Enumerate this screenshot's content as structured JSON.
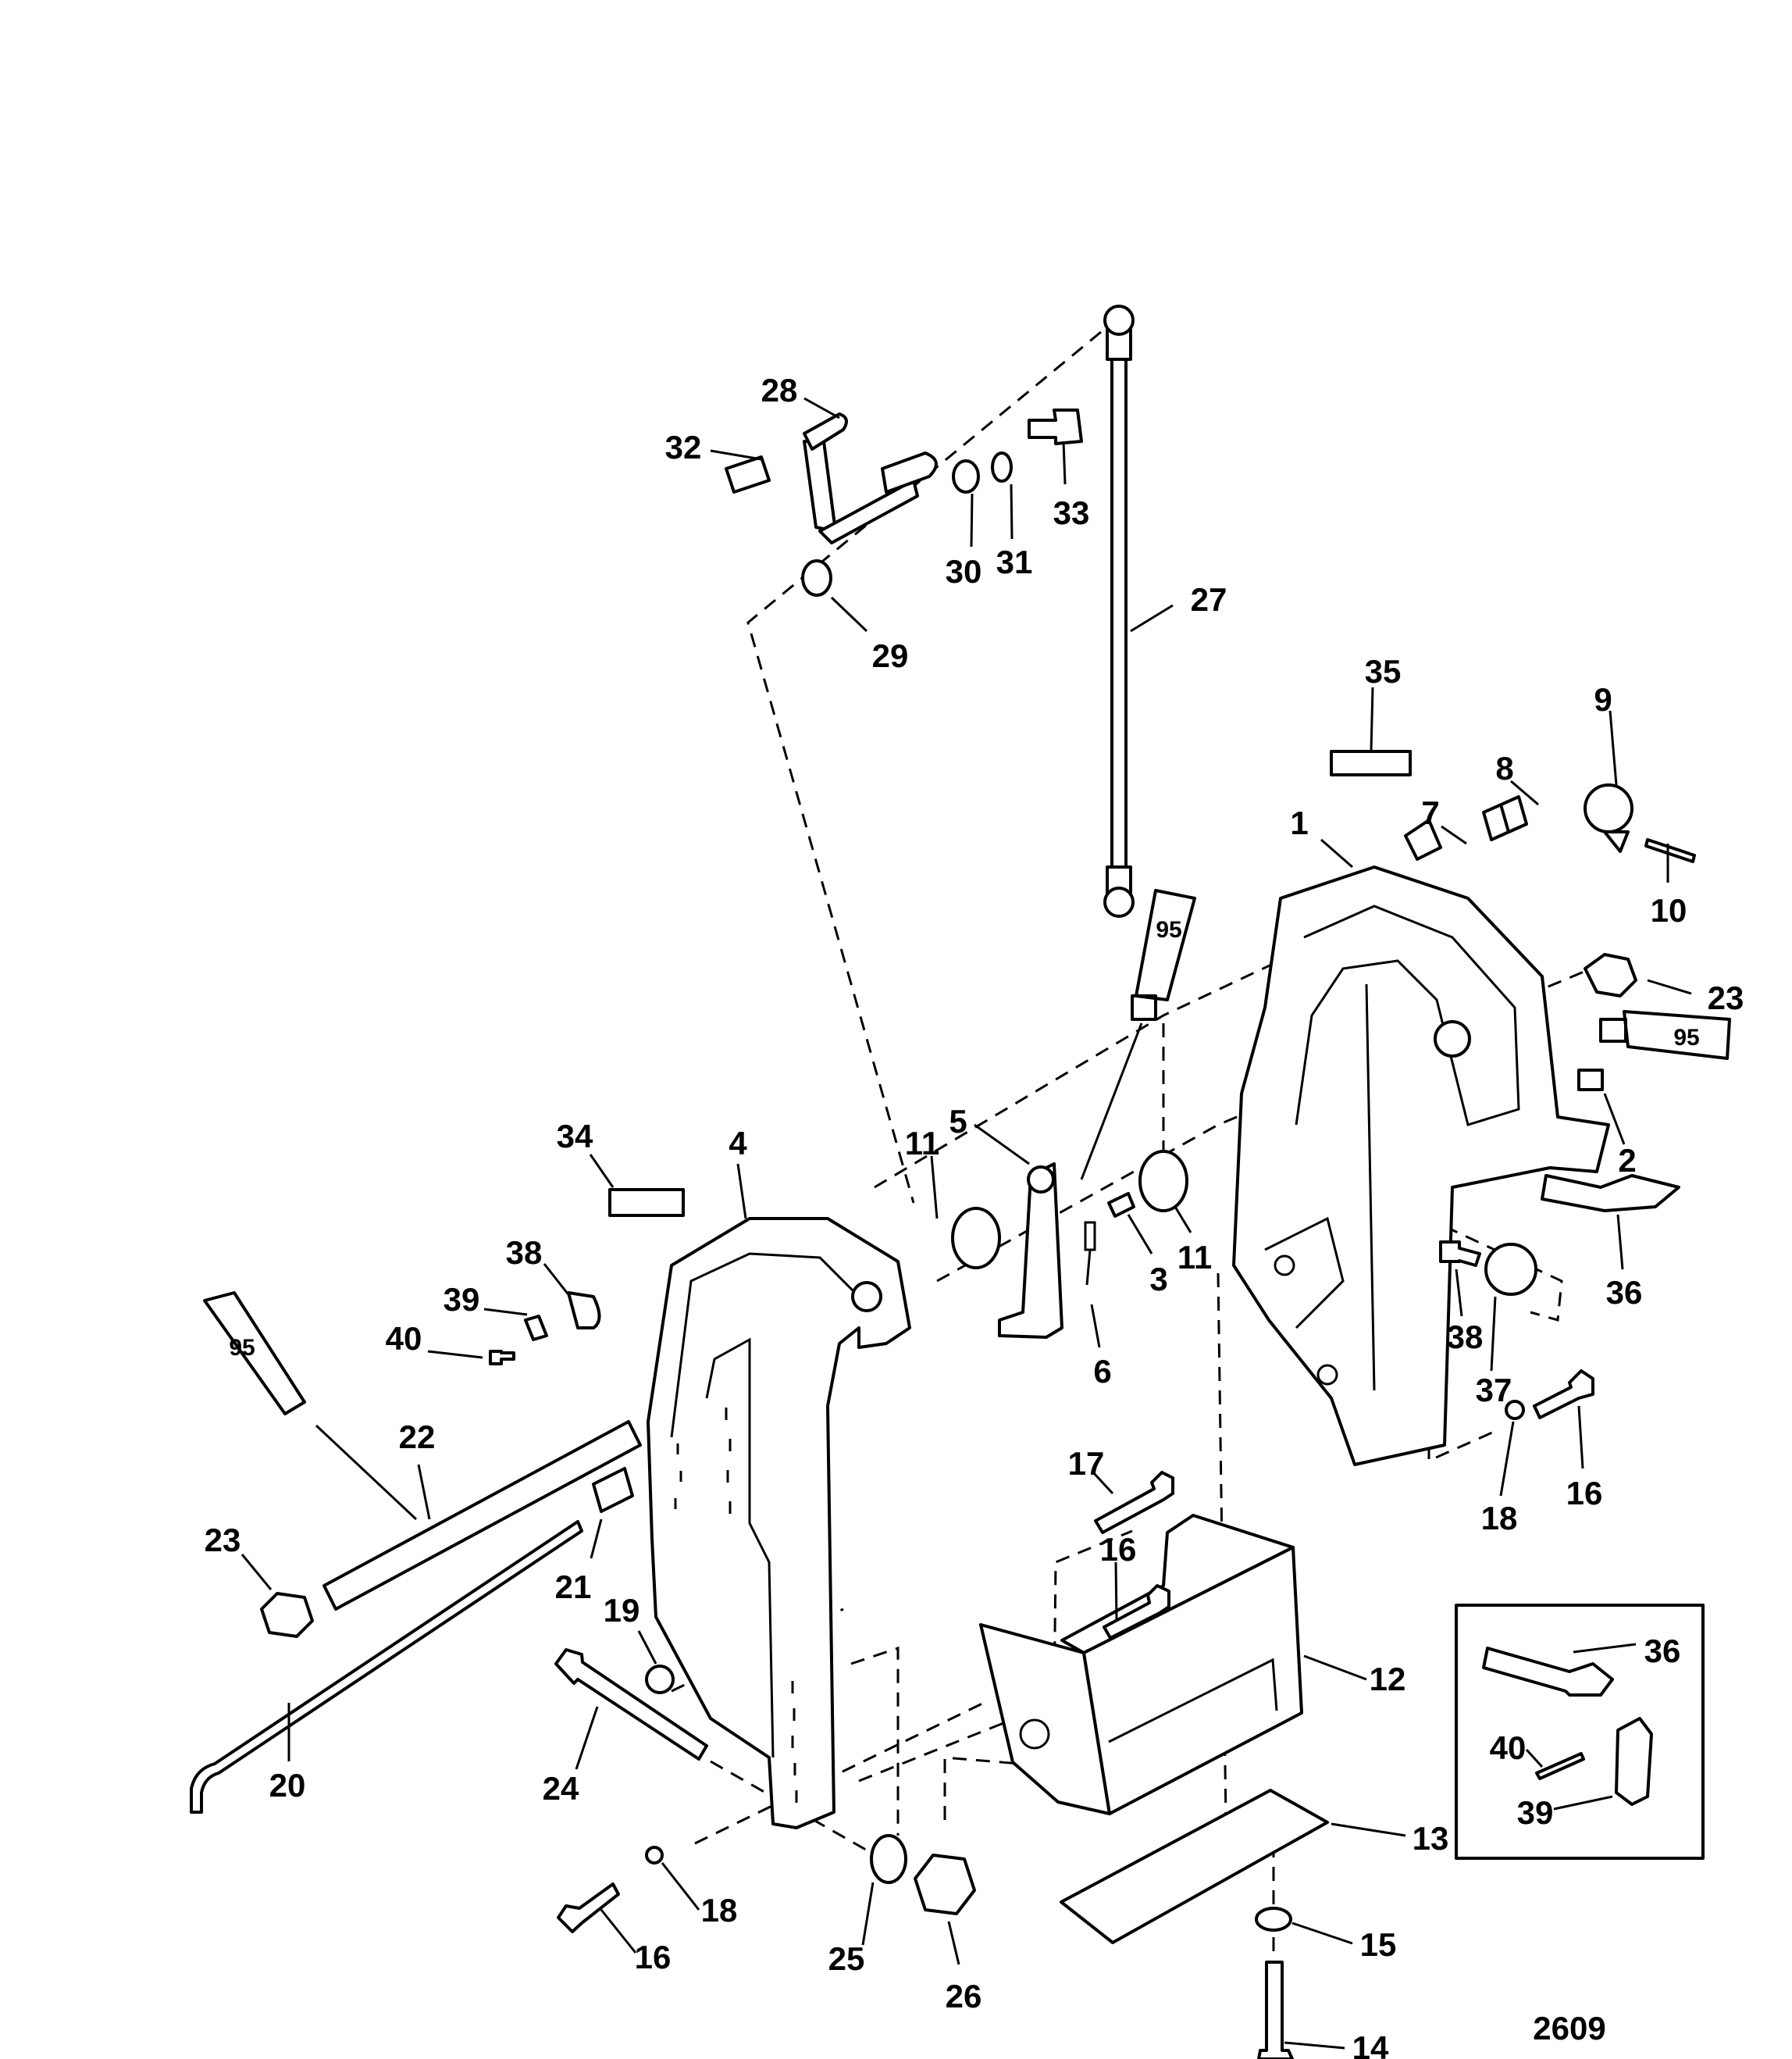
{
  "figure_number": "2609",
  "sealant_code": "95",
  "callouts": {
    "c1": "1",
    "c2": "2",
    "c3": "3",
    "c4": "4",
    "c5": "5",
    "c6": "6",
    "c7": "7",
    "c8": "8",
    "c9": "9",
    "c10": "10",
    "c11a": "11",
    "c11b": "11",
    "c12": "12",
    "c13": "13",
    "c14": "14",
    "c15": "15",
    "c16a": "16",
    "c16b": "16",
    "c16c": "16",
    "c17": "17",
    "c18a": "18",
    "c18b": "18",
    "c19": "19",
    "c20": "20",
    "c21": "21",
    "c22": "22",
    "c23a": "23",
    "c23b": "23",
    "c24": "24",
    "c25": "25",
    "c26": "26",
    "c27": "27",
    "c28": "28",
    "c29": "29",
    "c30": "30",
    "c31": "31",
    "c32": "32",
    "c33": "33",
    "c34": "34",
    "c35": "35",
    "c36a": "36",
    "c36b": "36",
    "c37": "37",
    "c38a": "38",
    "c38b": "38",
    "c39a": "39",
    "c39b": "39",
    "c40a": "40",
    "c40b": "40"
  }
}
